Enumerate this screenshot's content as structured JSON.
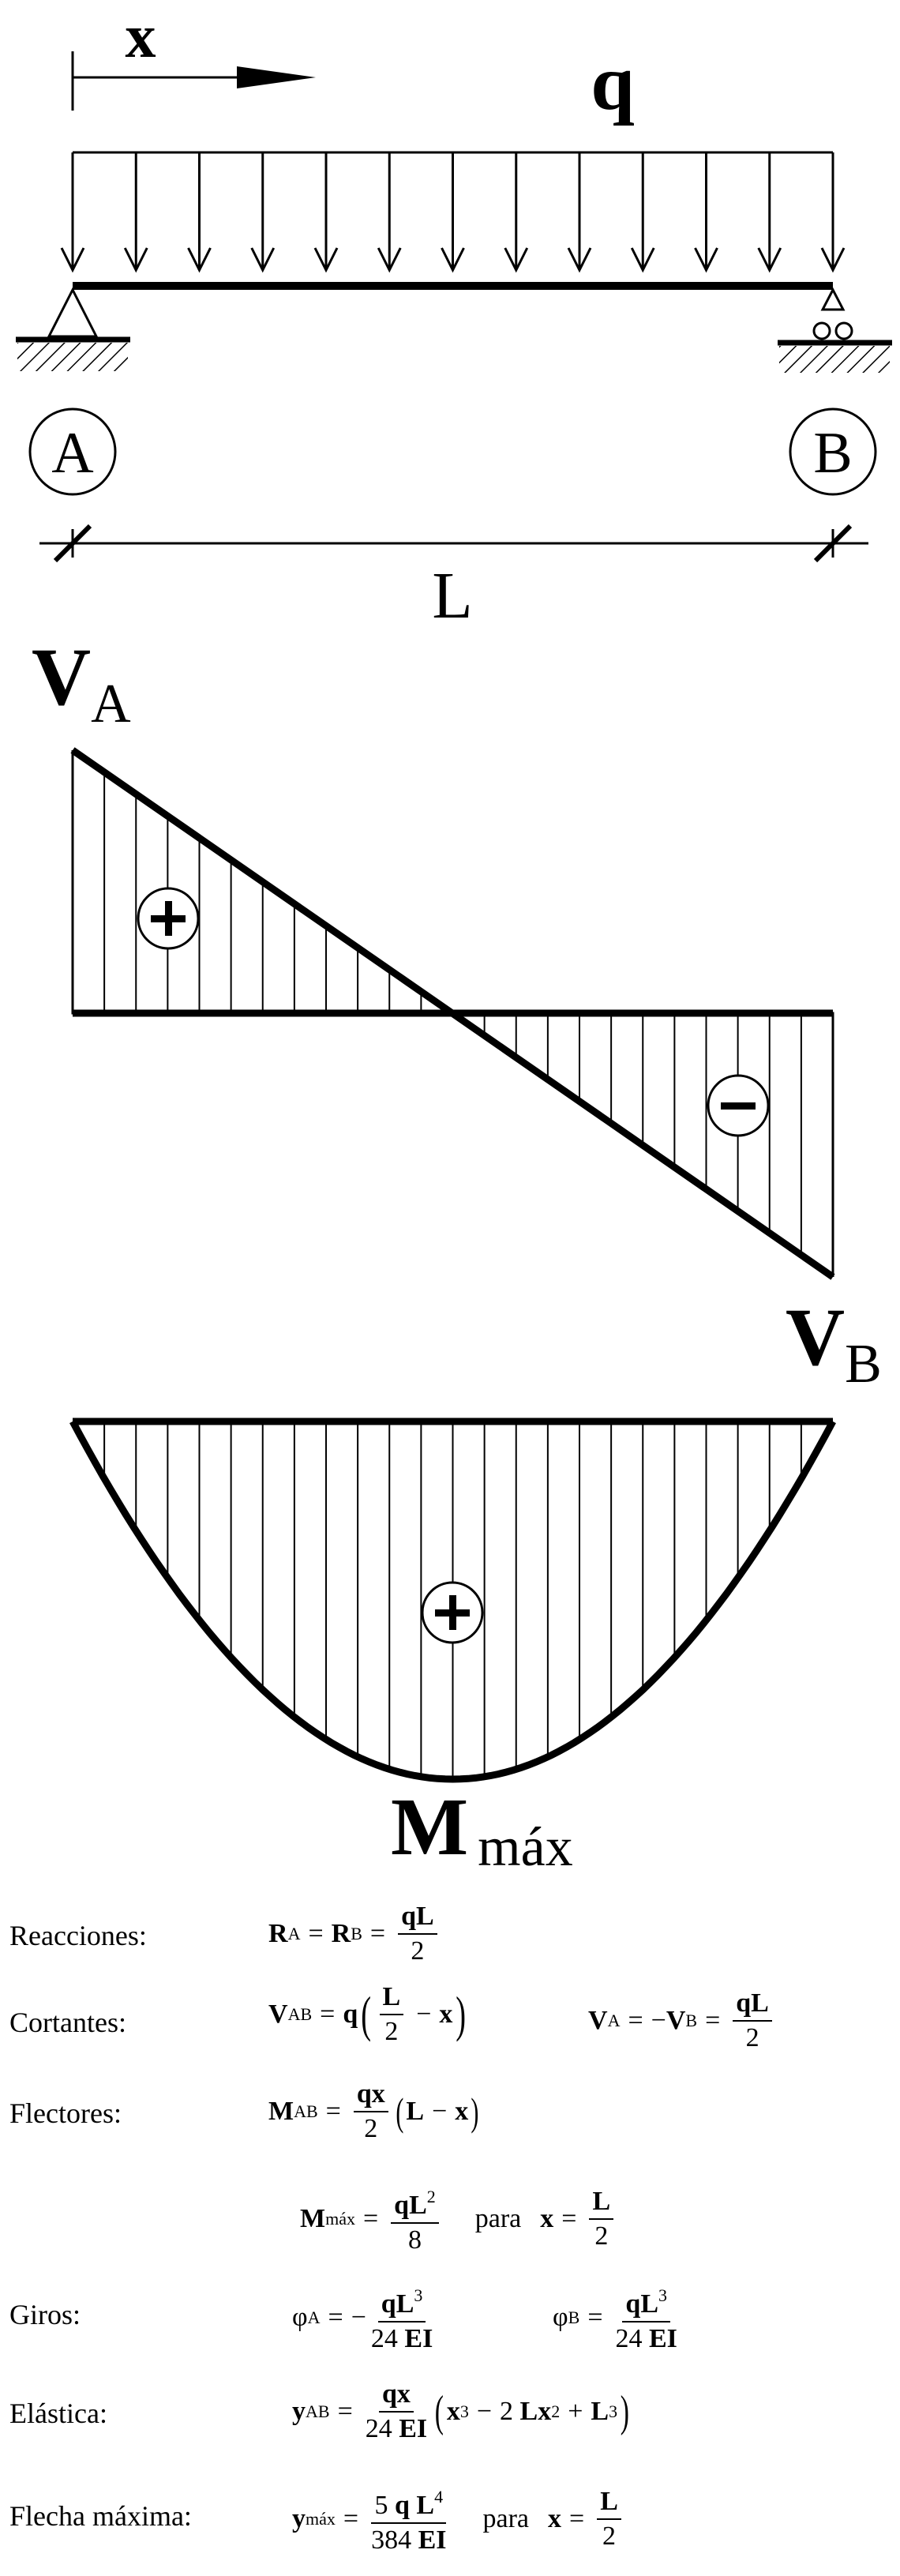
{
  "diagram": {
    "x_label": "x",
    "q_label": "q",
    "support_a": "A",
    "support_b": "B",
    "span_label": "L",
    "va_label": "V",
    "va_sub": "A",
    "vb_label": "V",
    "vb_sub": "B",
    "plus": "+",
    "minus": "−",
    "mmax_label": "M",
    "mmax_sub": "máx"
  },
  "formulas": {
    "reacciones": {
      "label": "Reacciones:",
      "r": "R",
      "a": "A",
      "b": "B",
      "eq": "=",
      "num": "qL",
      "den": "2"
    },
    "cortantes": {
      "label": "Cortantes:",
      "v": "V",
      "ab": "AB",
      "eq": "=",
      "q": "q",
      "lnum": "L",
      "lden": "2",
      "minus": "−",
      "x": "x",
      "a": "A",
      "b": "B",
      "neg": "−",
      "num": "qL",
      "den": "2"
    },
    "flectores": {
      "label": "Flectores:",
      "m": "M",
      "ab": "AB",
      "eq": "=",
      "num": "qx",
      "den": "2",
      "l": "L",
      "minus": "−",
      "x": "x"
    },
    "mmax": {
      "m": "M",
      "sub": "máx",
      "eq": "=",
      "num_base": "qL",
      "num_exp": "2",
      "den": "8",
      "para": "para",
      "x": "x",
      "eq2": "=",
      "xnum": "L",
      "xden": "2"
    },
    "giros": {
      "label": "Giros:",
      "phi": "φ",
      "a": "A",
      "eq": "=",
      "neg": "−",
      "num_base": "qL",
      "num_exp": "3",
      "den_n": "24",
      "den_ei": "EI",
      "b": "B"
    },
    "elastica": {
      "label": "Elástica:",
      "y": "y",
      "ab": "AB",
      "eq": "=",
      "num": "qx",
      "den_n": "24",
      "den_ei": "EI",
      "x3": "x",
      "e3": "3",
      "minus": "−",
      "two": "2",
      "lx": "Lx",
      "e2": "2",
      "plus": "+",
      "l3": "L",
      "el3": "3"
    },
    "flecha": {
      "label": "Flecha máxima:",
      "y": "y",
      "sub": "máx",
      "eq": "=",
      "num_n": "5",
      "num_q": "q",
      "num_l": "L",
      "num_e": "4",
      "den_n": "384",
      "den_ei": "EI",
      "para": "para",
      "x": "x",
      "eq2": "=",
      "xnum": "L",
      "xden": "2"
    }
  }
}
